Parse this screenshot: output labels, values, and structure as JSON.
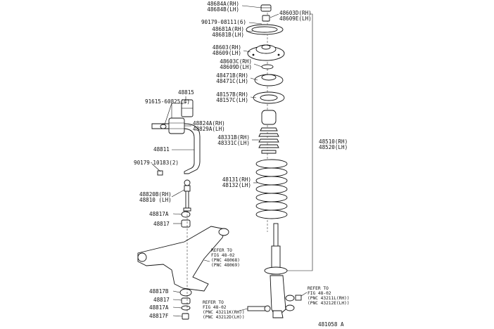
{
  "labels": {
    "p48684": [
      "48684A(RH)",
      "48684B(LH)"
    ],
    "p48603d": [
      "48603D(RH)",
      "48609E(LH)"
    ],
    "p90179_08111": "90179-08111(6)",
    "p48681": [
      "48681A(RH)",
      "48681B(LH)"
    ],
    "p48603": [
      "48603(RH)",
      "48609(LH)"
    ],
    "p48603c": [
      "48603C(RH)",
      "48609D(LH)"
    ],
    "p48471": [
      "48471B(RH)",
      "48471C(LH)"
    ],
    "p48157": [
      "48157B(RH)",
      "48157C(LH)"
    ],
    "p48815": "48815",
    "p91615": "91615-60825(4)",
    "p48824": [
      "48824A(RH)",
      "48829A(LH)"
    ],
    "p48331": [
      "48331B(RH)",
      "48331C(LH)"
    ],
    "p48811": "48811",
    "p90179_10183": "90179-10183(2)",
    "p48131": [
      "48131(RH)",
      "48132(LH)"
    ],
    "p48820": [
      "48820B(RH)",
      "48810 (LH)"
    ],
    "p48817A_top": "48817A",
    "p48817_top": "48817",
    "p48817B": "48817B",
    "p48817_bot": "48817",
    "p48817A_bot": "48817A",
    "p48817F": "48817F",
    "p48510": [
      "48510(RH)",
      "48520(LH)"
    ],
    "ref_arm": [
      "REFER TO",
      "FIG 48-02",
      "(PNC 48068)",
      "(PNC 48069)"
    ],
    "ref_tie": [
      "REFER TO",
      "FIG 48-02",
      "(PNC 43211K(RH))",
      "(PNC 43212D(LH))"
    ],
    "ref_hub": [
      "REFER TO",
      "FIG 48-02",
      "(PNC 43211L(RH))",
      "(PNC 43212E(LH))"
    ],
    "figure_id": "481058 A"
  }
}
